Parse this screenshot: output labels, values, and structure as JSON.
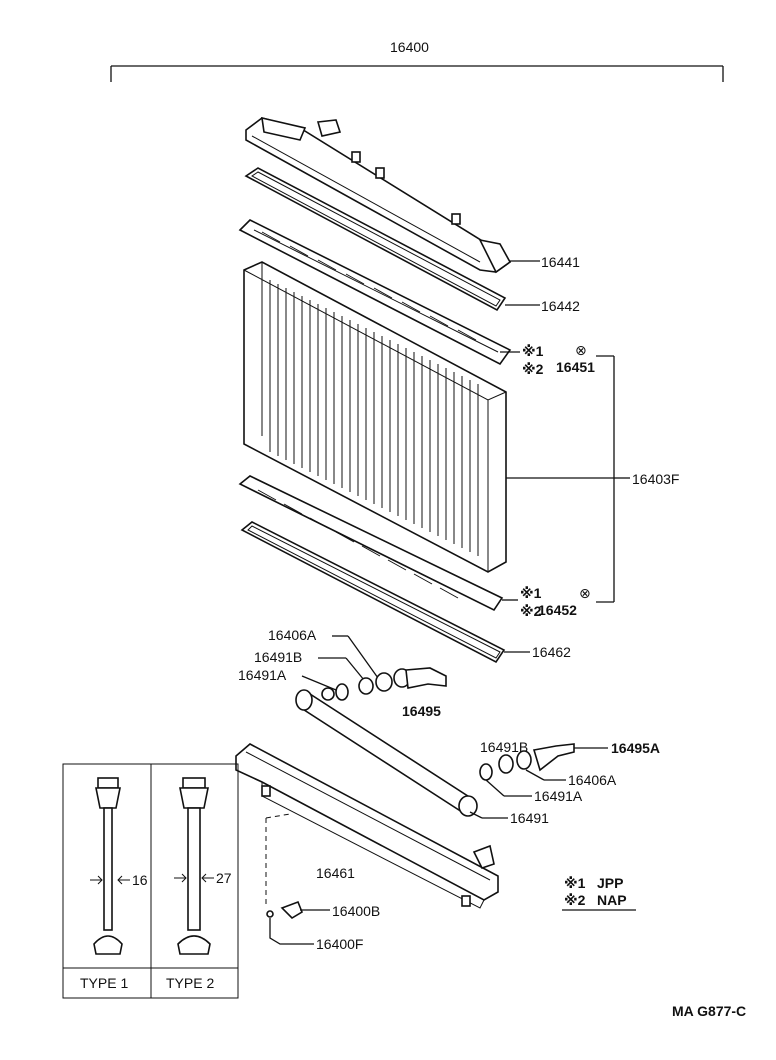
{
  "diagram": {
    "assembly_number": "16400",
    "parts": {
      "tank_upper": "16441",
      "gasket_upper": "16442",
      "plug_upper_note_1": "※1",
      "plug_upper_note_2": "※2",
      "plug_upper_symbol": "⊗",
      "plug_upper": "16451",
      "core_assembly": "16403F",
      "plug_lower_note_1": "※1",
      "plug_lower_note_2": "※2",
      "plug_lower_symbol": "⊗",
      "plug_lower": "16452",
      "gasket_lower": "16462",
      "nut_1": "16406A",
      "washer_1": "16491B",
      "oring_1": "16491A",
      "connector_1": "16495",
      "washer_2": "16491B",
      "connector_2": "16495A",
      "nut_2": "16406A",
      "oring_2": "16491A",
      "oil_cooler": "16491",
      "tank_lower": "16461",
      "drain_cock": "16400B",
      "drain_plug": "16400F"
    },
    "legend": {
      "mark_1": "※1",
      "value_1": "JPP",
      "mark_2": "※2",
      "value_2": "NAP"
    },
    "types": {
      "type1_label": "TYPE  1",
      "type1_dim": "16",
      "type2_label": "TYPE  2",
      "type2_dim": "27"
    },
    "figure_code": "MA  G877-C"
  }
}
